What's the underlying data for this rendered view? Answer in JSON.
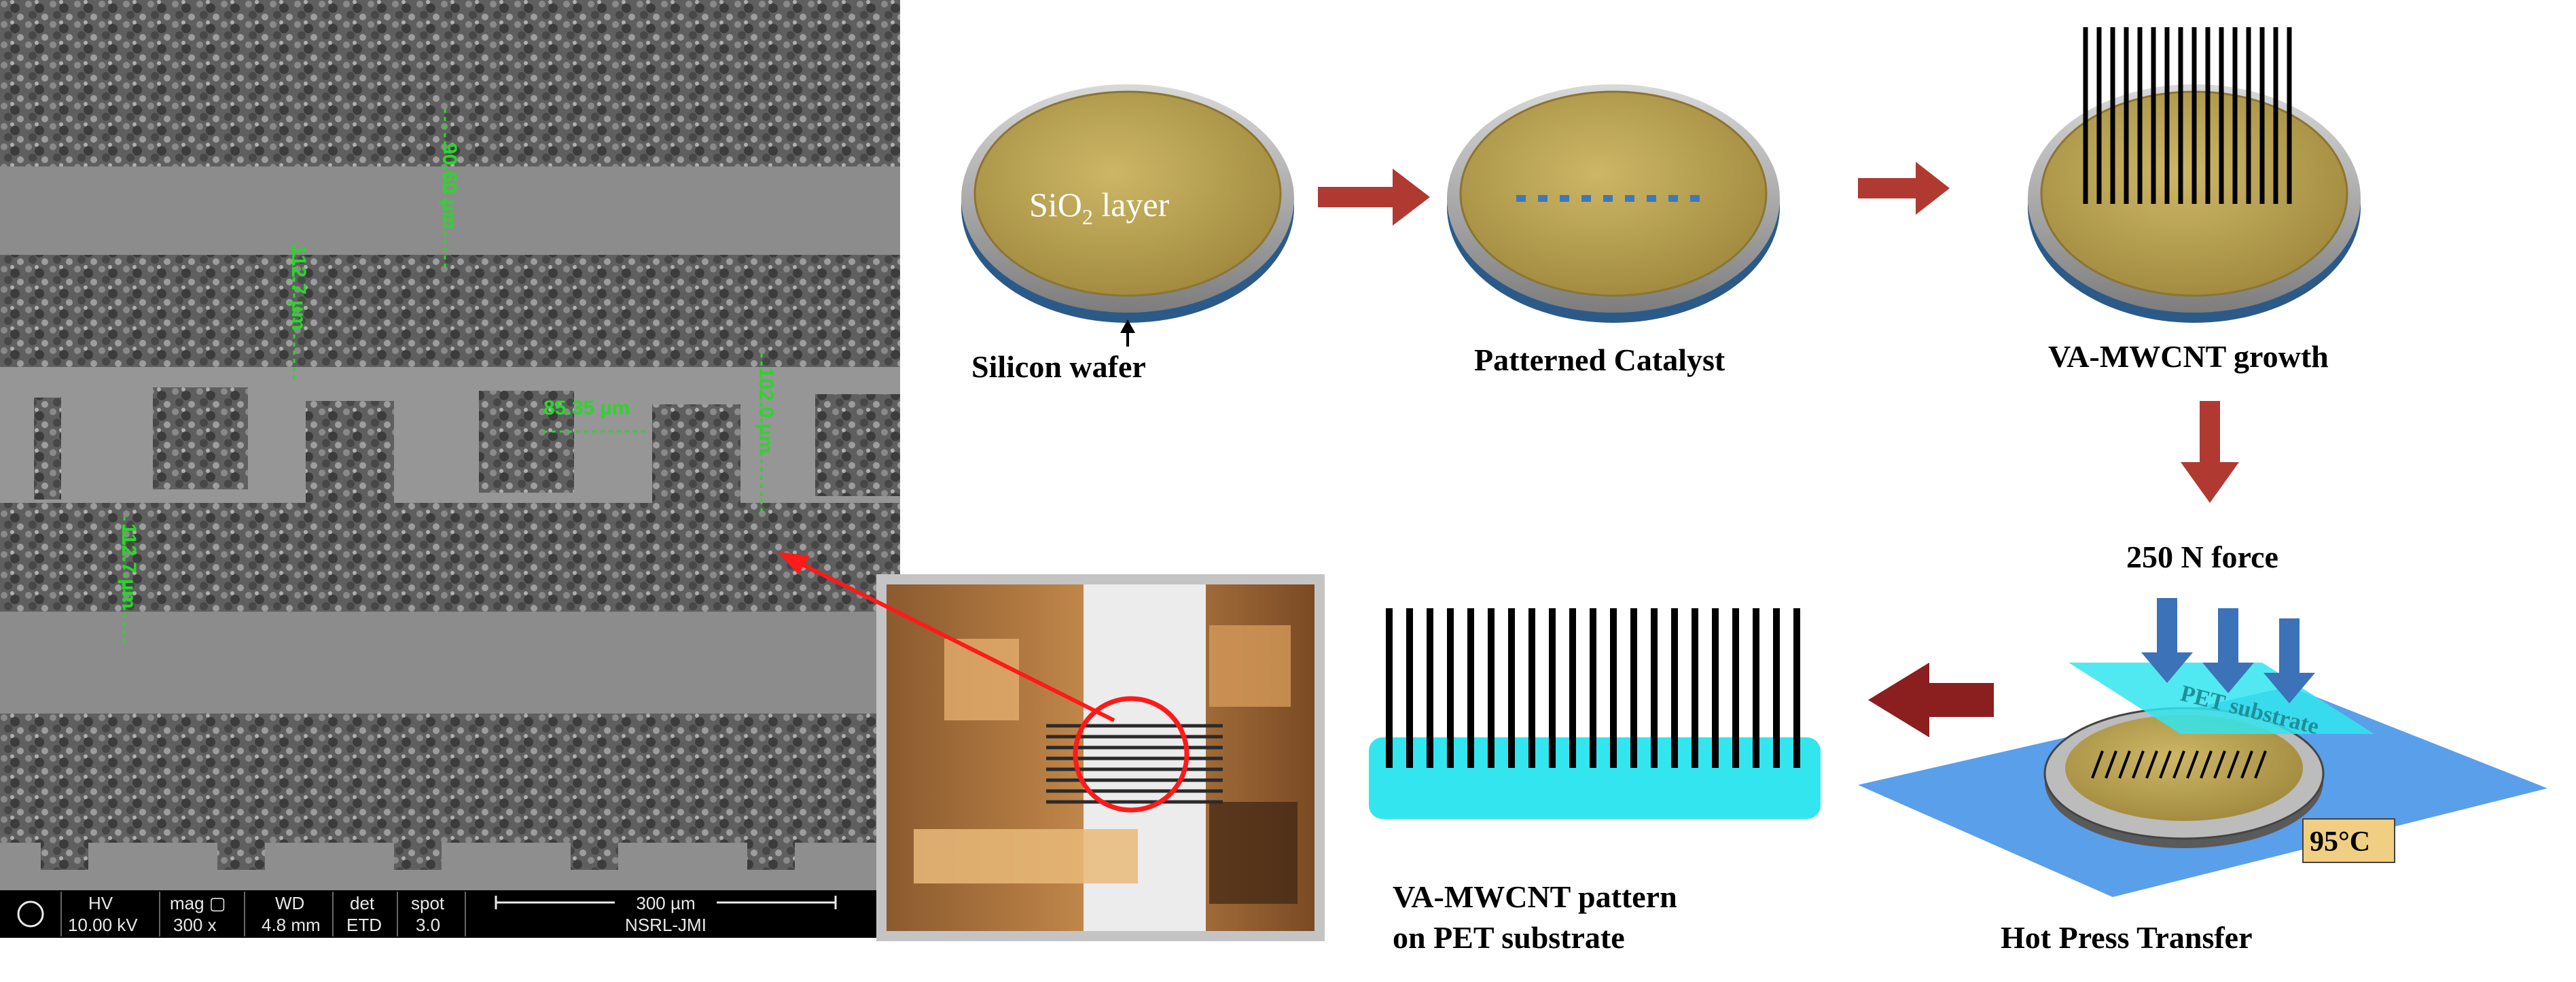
{
  "sem": {
    "measurements": [
      "90.60 µm",
      "112.7 µm",
      "85.35 µm",
      "102.0 µm",
      "112.7 µm"
    ],
    "info_bar": {
      "headers": [
        "HV",
        "mag ▢",
        "WD",
        "det",
        "spot"
      ],
      "values": [
        "10.00 kV",
        "300 x",
        "4.8 mm",
        "ETD",
        "3.0"
      ],
      "scale": "300 µm",
      "lab": "NSRL-JMI"
    }
  },
  "steps": {
    "silicon_wafer": "Silicon wafer",
    "sio2_main": "SiO",
    "sio2_sub": "2",
    "sio2_tail": " layer",
    "patterned_catalyst": "Patterned Catalyst",
    "growth": "VA-MWCNT growth",
    "force": "250 N force",
    "pet_substrate": "PET substrate",
    "temperature": "95°C",
    "hot_press": "Hot Press Transfer",
    "result_line1": "VA-MWCNT pattern",
    "result_line2": "on PET substrate"
  },
  "colors": {
    "wafer_gold": "#b8a14e",
    "arrow_red": "#b03a32",
    "pet_cyan": "#33e5ee",
    "measure_green": "#2bd62b"
  }
}
